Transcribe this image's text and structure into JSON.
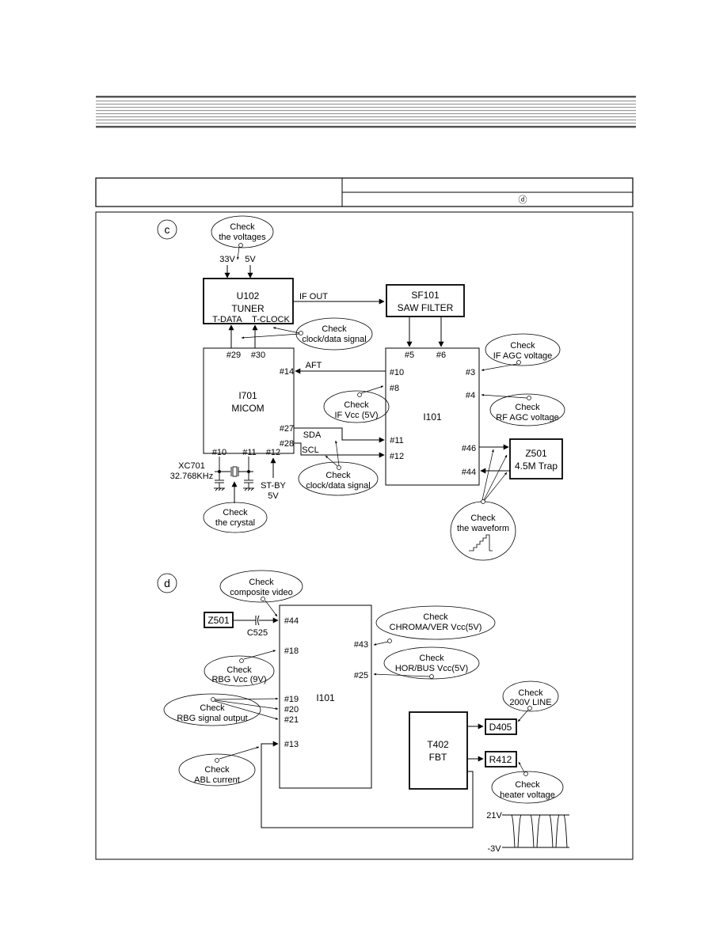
{
  "header": {
    "table_right_bottom_mark": "ⓓ"
  },
  "section_c": {
    "marker": "c",
    "tuner": {
      "ref": "U102",
      "name": "TUNER",
      "pin_tdata": "T-DATA",
      "pin_tclock": "T-CLOCK",
      "v33": "33V",
      "v5": "5V"
    },
    "saw": {
      "ref": "SF101",
      "name": "SAW FILTER",
      "pin5": "#5",
      "pin6": "#6"
    },
    "if_out": "IF OUT",
    "micom": {
      "ref": "I701",
      "name": "MICOM",
      "pin29": "#29",
      "pin30": "#30",
      "pin14": "#14",
      "pin27": "#27",
      "pin28": "#28",
      "pin10": "#10",
      "pin11": "#11",
      "pin12": "#12"
    },
    "aft": "AFT",
    "sda": "SDA",
    "scl": "SCL",
    "ic": {
      "ref": "I101",
      "pin10": "#10",
      "pin8": "#8",
      "pin11": "#11",
      "pin12": "#12",
      "pin3": "#3",
      "pin4": "#4",
      "pin46": "#46",
      "pin44": "#44"
    },
    "trap": {
      "ref": "Z501",
      "name": "4.5M Trap"
    },
    "crystal": {
      "ref": "XC701",
      "freq": "32.768KHz"
    },
    "standby": {
      "label": "ST-BY",
      "volt": "5V"
    },
    "checks": {
      "voltages": [
        "Check",
        "the voltages"
      ],
      "clock_data_top": [
        "Check",
        "clock/data signal"
      ],
      "if_agc": [
        "Check",
        "IF AGC voltage"
      ],
      "if_vcc": [
        "Check",
        "IF Vcc (5V)"
      ],
      "rf_agc": [
        "Check",
        "RF AGC voltage"
      ],
      "clock_data_bottom": [
        "Check",
        "clock/data signal"
      ],
      "crystal": [
        "Check",
        "the crystal"
      ],
      "waveform": [
        "Check",
        "the waveform"
      ]
    }
  },
  "section_d": {
    "marker": "d",
    "z501": "Z501",
    "c525": "C525",
    "ic": {
      "ref": "I101",
      "pin44": "#44",
      "pin18": "#18",
      "pin19": "#19",
      "pin20": "#20",
      "pin21": "#21",
      "pin13": "#13",
      "pin43": "#43",
      "pin25": "#25"
    },
    "fbt": {
      "ref": "T402",
      "name": "FBT"
    },
    "d405": "D405",
    "r412": "R412",
    "wave_high": "21V",
    "wave_low": "-3V",
    "checks": {
      "composite": [
        "Check",
        "composite video"
      ],
      "chroma": [
        "Check",
        "CHROMA/VER Vcc(5V)"
      ],
      "rbg_vcc": [
        "Check",
        "RBG Vcc (9V)"
      ],
      "hor_bus": [
        "Check",
        "HOR/BUS Vcc(5V)"
      ],
      "rbg_out": [
        "Check",
        "RBG signal output"
      ],
      "line200": [
        "Check",
        "200V LINE"
      ],
      "abl": [
        "Check",
        "ABL current"
      ],
      "heater": [
        "Check",
        "heater voltage"
      ]
    }
  }
}
